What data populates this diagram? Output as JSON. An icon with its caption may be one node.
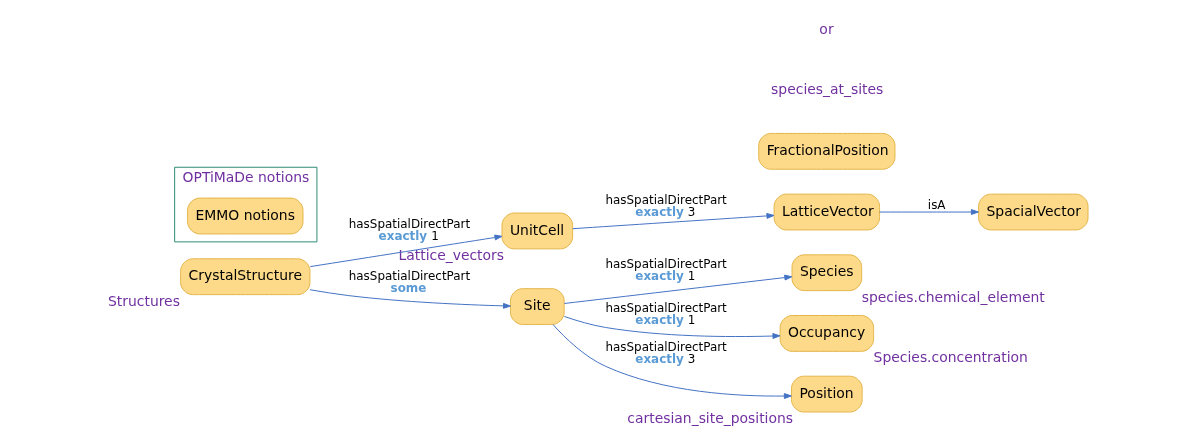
{
  "diagram": {
    "nodes": [
      {
        "text": [
          "CrystalStructure"
        ],
        "beside": [
          "Structures"
        ]
      },
      {
        "text": [
          "UnitCell"
        ],
        "beside": [
          "Lattice_vectors"
        ]
      },
      {
        "text": [
          "SpacialVector"
        ]
      },
      {
        "text": [
          "LatticeVector"
        ]
      },
      {
        "text": [
          "Site"
        ]
      },
      {
        "text": [
          "Species"
        ],
        "beside": [
          "species.chemical_element"
        ]
      },
      {
        "text": [
          "Occupancy"
        ],
        "beside": [
          "Species.concentration"
        ]
      },
      {
        "text": [
          "Position"
        ],
        "beside": [
          "cartesian_site_positions"
        ]
      },
      {
        "text": [
          "FractionalPosition"
        ]
      },
      {
        "text": [
          "OPTiMaDe notions"
        ]
      },
      {
        "text": [
          "EMMO notions"
        ],
        "in": 9
      }
    ],
    "edges": [
      {
        "from": 0,
        "to": 1,
        "arrow": "to",
        "label": "hasSpatialDirectPart **exactly** 1"
      },
      {
        "from": 1,
        "to": 3,
        "arrow": "to",
        "label": "hasSpatialDirectPart **exactly** 3"
      },
      {
        "from": 3,
        "to": 2,
        "arrow": "to",
        "label": "isA"
      },
      {
        "from": 0,
        "to": 4,
        "arrow": "to",
        "label": "hasSpatialDirectPart **some**"
      },
      {
        "from": 4,
        "to": 5,
        "arrow": "to",
        "label": "hasSpatialDirectPart **exactly** 1"
      },
      {
        "from": 4,
        "to": 6,
        "arrow": "to",
        "label": "hasSpatialDirectPart **exactly** 1"
      },
      {
        "from": 4,
        "to": 7,
        "arrow": "to",
        "label": "hasSpatialDirectPart **exactly** 3"
      }
    ],
    "labels": [
      "species_at_sites",
      "or"
    ]
  }
}
